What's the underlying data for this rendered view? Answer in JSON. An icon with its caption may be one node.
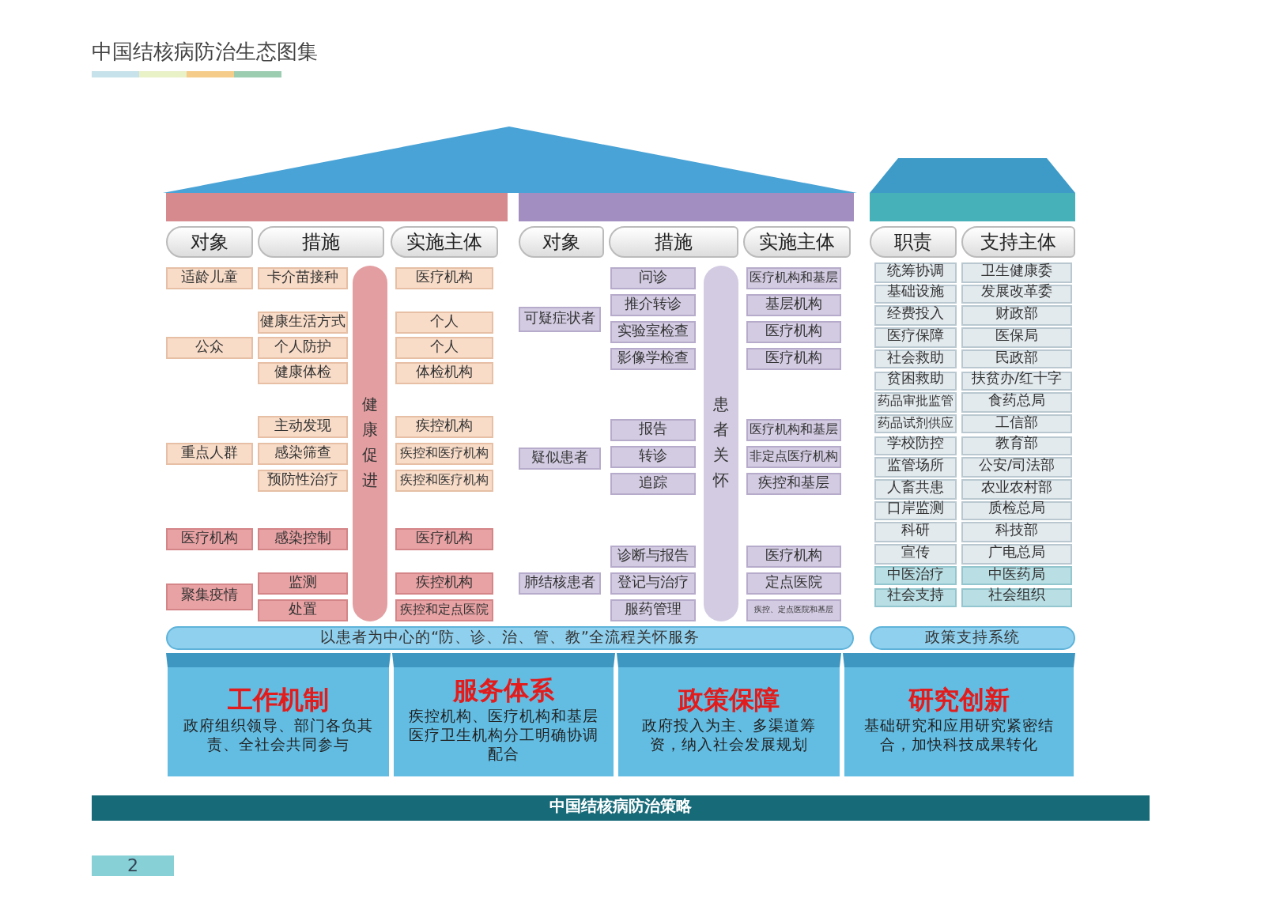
{
  "diagram": {
    "title": "中国结核病防治生态图集",
    "nodes": [
      {
        "text": [
          "对象"
        ]
      },
      {
        "text": [
          "措施"
        ]
      },
      {
        "text": [
          "实施主体"
        ]
      },
      {
        "text": [
          "适龄儿童"
        ]
      },
      {
        "text": [
          "卡介苗接种"
        ]
      },
      {
        "text": [
          "医疗机构"
        ]
      },
      {
        "text": [
          "健康生活方式"
        ]
      },
      {
        "text": [
          "个人"
        ]
      },
      {
        "text": [
          "公众"
        ]
      },
      {
        "text": [
          "个人防护"
        ]
      },
      {
        "text": [
          "个人"
        ]
      },
      {
        "text": [
          "健康体检"
        ]
      },
      {
        "text": [
          "体检机构"
        ]
      },
      {
        "text": [
          "主动发现"
        ]
      },
      {
        "text": [
          "疾控机构"
        ]
      },
      {
        "text": [
          "重点人群"
        ]
      },
      {
        "text": [
          "感染筛查"
        ]
      },
      {
        "text": [
          "疾控和医疗机构"
        ]
      },
      {
        "text": [
          "预防性治疗"
        ]
      },
      {
        "text": [
          "疾控和医疗机构"
        ]
      },
      {
        "text": [
          "医疗机构"
        ]
      },
      {
        "text": [
          "感染控制"
        ]
      },
      {
        "text": [
          "医疗机构"
        ]
      },
      {
        "text": [
          "监测"
        ]
      },
      {
        "text": [
          "疾控机构"
        ]
      },
      {
        "text": [
          "聚集疫情"
        ]
      },
      {
        "text": [
          "处置"
        ]
      },
      {
        "text": [
          "疾控和定点医院"
        ]
      },
      {
        "text": [
          "健康促进"
        ]
      },
      {
        "text": [
          "对象"
        ]
      },
      {
        "text": [
          "措施"
        ]
      },
      {
        "text": [
          "实施主体"
        ]
      },
      {
        "text": [
          "问诊"
        ]
      },
      {
        "text": [
          "医疗机构和基层"
        ]
      },
      {
        "text": [
          "推介转诊"
        ]
      },
      {
        "text": [
          "基层机构"
        ]
      },
      {
        "text": [
          "可疑症状者"
        ]
      },
      {
        "text": [
          "实验室检查"
        ]
      },
      {
        "text": [
          "医疗机构"
        ]
      },
      {
        "text": [
          "影像学检查"
        ]
      },
      {
        "text": [
          "医疗机构"
        ]
      },
      {
        "text": [
          "报告"
        ]
      },
      {
        "text": [
          "医疗机构和基层"
        ]
      },
      {
        "text": [
          "疑似患者"
        ]
      },
      {
        "text": [
          "转诊"
        ]
      },
      {
        "text": [
          "非定点医疗机构"
        ]
      },
      {
        "text": [
          "追踪"
        ]
      },
      {
        "text": [
          "疾控和基层"
        ]
      },
      {
        "text": [
          "诊断与报告"
        ]
      },
      {
        "text": [
          "医疗机构"
        ]
      },
      {
        "text": [
          "肺结核患者"
        ]
      },
      {
        "text": [
          "登记与治疗"
        ]
      },
      {
        "text": [
          "定点医院"
        ]
      },
      {
        "text": [
          "服药管理"
        ]
      },
      {
        "text": [
          "疾控、定点医院和基层"
        ]
      },
      {
        "text": [
          "患者关怀"
        ]
      },
      {
        "text": [
          "职责"
        ]
      },
      {
        "text": [
          "支持主体"
        ]
      },
      {
        "text": [
          "统筹协调"
        ]
      },
      {
        "text": [
          "卫生健康委"
        ]
      },
      {
        "text": [
          "基础设施"
        ]
      },
      {
        "text": [
          "发展改革委"
        ]
      },
      {
        "text": [
          "经费投入"
        ]
      },
      {
        "text": [
          "财政部"
        ]
      },
      {
        "text": [
          "医疗保障"
        ]
      },
      {
        "text": [
          "医保局"
        ]
      },
      {
        "text": [
          "社会救助"
        ]
      },
      {
        "text": [
          "民政部"
        ]
      },
      {
        "text": [
          "贫困救助"
        ]
      },
      {
        "text": [
          "扶贫办/红十字"
        ]
      },
      {
        "text": [
          "药品审批监管"
        ]
      },
      {
        "text": [
          "食药总局"
        ]
      },
      {
        "text": [
          "药品试剂供应"
        ]
      },
      {
        "text": [
          "工信部"
        ]
      },
      {
        "text": [
          "学校防控"
        ]
      },
      {
        "text": [
          "教育部"
        ]
      },
      {
        "text": [
          "监管场所"
        ]
      },
      {
        "text": [
          "公安/司法部"
        ]
      },
      {
        "text": [
          "人畜共患"
        ]
      },
      {
        "text": [
          "农业农村部"
        ]
      },
      {
        "text": [
          "口岸监测"
        ]
      },
      {
        "text": [
          "质检总局"
        ]
      },
      {
        "text": [
          "科研"
        ]
      },
      {
        "text": [
          "科技部"
        ]
      },
      {
        "text": [
          "宣传"
        ]
      },
      {
        "text": [
          "广电总局"
        ]
      },
      {
        "text": [
          "中医治疗"
        ]
      },
      {
        "text": [
          "中医药局"
        ]
      },
      {
        "text": [
          "社会支持"
        ]
      },
      {
        "text": [
          "社会组织"
        ]
      },
      {
        "text": [
          "以患者为中心的“防、诊、治、管、教”全流程关怀服务"
        ]
      },
      {
        "text": [
          "政策支持系统"
        ]
      },
      {
        "text": [
          "工作机制",
          "政府组织领导、部门各负其责、全社会共同参与"
        ]
      },
      {
        "text": [
          "服务体系",
          "疾控机构、医疗机构和基层医疗卫生机构分工明确协调配合"
        ]
      },
      {
        "text": [
          "政策保障",
          "政府投入为主、多渠道筹资，纳入社会发展规划"
        ]
      },
      {
        "text": [
          "研究创新",
          "基础研究和应用研究紧密结合，加快科技成果转化"
        ]
      },
      {
        "text": [
          "中国结核病防治策略"
        ]
      }
    ],
    "labels": [
      "2"
    ]
  }
}
